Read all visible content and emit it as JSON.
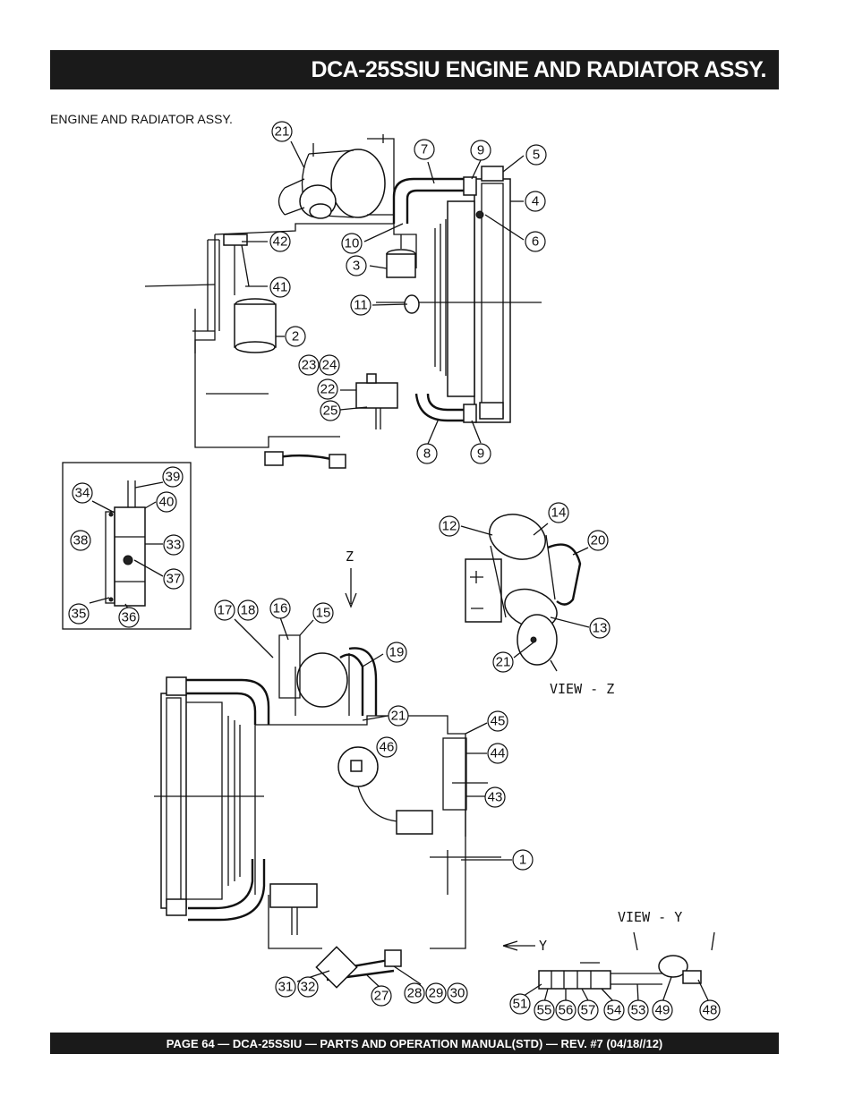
{
  "header": {
    "title": "DCA-25SSIU  ENGINE AND RADIATOR ASSY."
  },
  "diagram": {
    "caption": "ENGINE AND RADIATOR ASSY.",
    "view_labels": {
      "view_z": "VIEW - Z",
      "view_y": "VIEW - Y",
      "arrow_z": "Z",
      "arrow_y": "Y"
    },
    "callouts": [
      "21",
      "7",
      "9",
      "5",
      "4",
      "6",
      "42",
      "10",
      "3",
      "41",
      "11",
      "2",
      "23",
      "24",
      "22",
      "25",
      "8",
      "9",
      "39",
      "34",
      "40",
      "38",
      "33",
      "37",
      "35",
      "36",
      "12",
      "14",
      "20",
      "13",
      "21",
      "17",
      "18",
      "16",
      "15",
      "19",
      "21",
      "45",
      "46",
      "44",
      "43",
      "1",
      "31",
      "32",
      "27",
      "28",
      "29",
      "30",
      "51",
      "55",
      "56",
      "57",
      "54",
      "53",
      "49",
      "48"
    ]
  },
  "footer": {
    "text": "PAGE 64 — DCA-25SSIU — PARTS AND OPERATION  MANUAL(STD) — REV. #7  (04/18//12)"
  }
}
